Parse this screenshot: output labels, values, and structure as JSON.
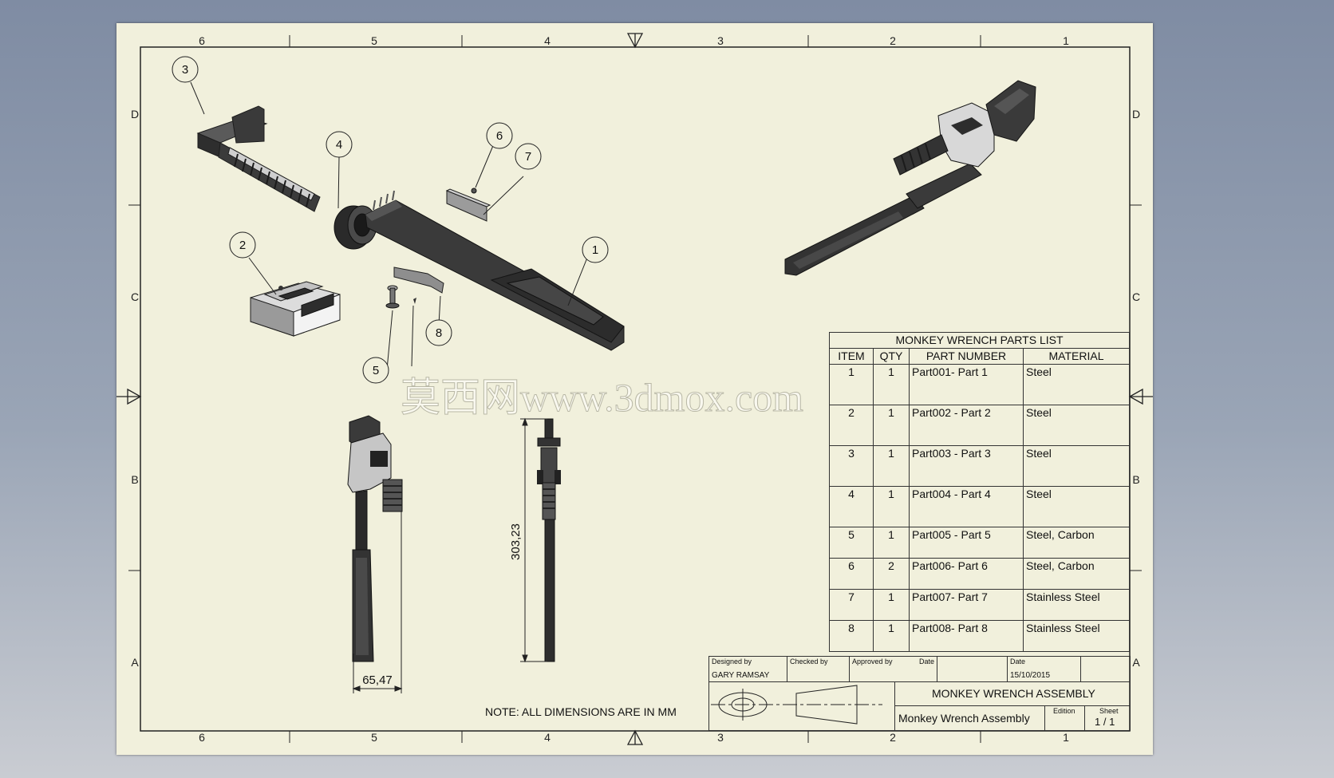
{
  "sheet": {
    "zones_columns": [
      "6",
      "5",
      "4",
      "3",
      "2",
      "1"
    ],
    "zones_rows": [
      "D",
      "C",
      "B",
      "A"
    ],
    "note": "NOTE: ALL DIMENSIONS ARE IN MM",
    "watermark": "莫西网www.3dmox.com"
  },
  "balloons": [
    "1",
    "2",
    "3",
    "4",
    "5",
    "6",
    "7",
    "8"
  ],
  "dimensions": {
    "width": "65,47",
    "height": "303,23"
  },
  "parts_list": {
    "title": "MONKEY WRENCH PARTS LIST",
    "headers": [
      "ITEM",
      "QTY",
      "PART NUMBER",
      "MATERIAL"
    ],
    "rows": [
      {
        "item": "1",
        "qty": "1",
        "part": "Part001- Part 1",
        "material": "Steel"
      },
      {
        "item": "2",
        "qty": "1",
        "part": "Part002 - Part 2",
        "material": "Steel"
      },
      {
        "item": "3",
        "qty": "1",
        "part": "Part003 - Part 3",
        "material": "Steel"
      },
      {
        "item": "4",
        "qty": "1",
        "part": "Part004 - Part 4",
        "material": "Steel"
      },
      {
        "item": "5",
        "qty": "1",
        "part": "Part005 - Part 5",
        "material": "Steel, Carbon"
      },
      {
        "item": "6",
        "qty": "2",
        "part": "Part006- Part 6",
        "material": "Steel, Carbon"
      },
      {
        "item": "7",
        "qty": "1",
        "part": "Part007- Part 7",
        "material": "Stainless Steel"
      },
      {
        "item": "8",
        "qty": "1",
        "part": "Part008- Part 8",
        "material": "Stainless Steel"
      }
    ]
  },
  "title_block": {
    "designed_by_label": "Designed by",
    "designed_by": "GARY RAMSAY",
    "checked_by_label": "Checked by",
    "approved_by_label": "Approved by",
    "date_label": "Date",
    "date_label2": "Date",
    "date": "15/10/2015",
    "title": "MONKEY WRENCH ASSEMBLY",
    "subtitle": "Monkey Wrench Assembly",
    "edition_label": "Edition",
    "sheet_label": "Sheet",
    "sheet": "1 / 1"
  },
  "colors": {
    "paper": "#f1f0dc",
    "part_dark": "#3a3a3a",
    "part_light": "#c8c8c8",
    "line": "#222222"
  }
}
